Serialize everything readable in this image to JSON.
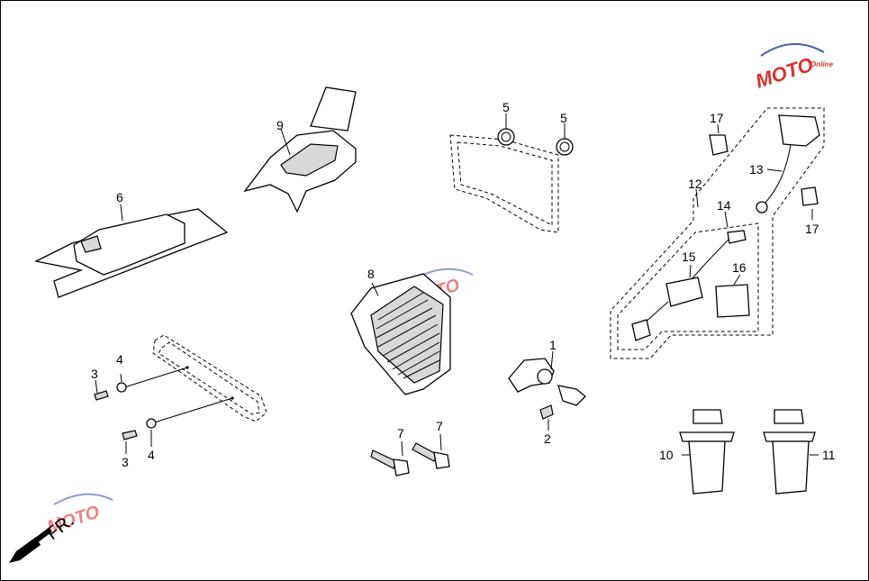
{
  "diagram": {
    "callouts": [
      "1",
      "2",
      "3",
      "4",
      "5",
      "6",
      "7",
      "8",
      "9",
      "10",
      "11",
      "12",
      "13",
      "14",
      "15",
      "16",
      "17"
    ],
    "direction_label": "FR.",
    "watermark": {
      "text": "MOTO",
      "subtext": "Online",
      "colors": {
        "red": "#d9322b",
        "blue": "#4a5aa8"
      }
    }
  }
}
